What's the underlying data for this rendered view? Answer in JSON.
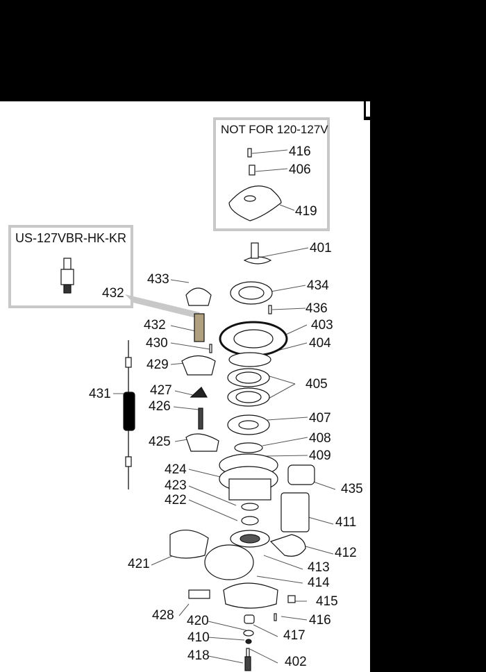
{
  "diagram": {
    "type": "exploded-parts-diagram",
    "insets": [
      {
        "id": "not-for-120-127v",
        "title": "NOT FOR 120-127V",
        "parts": [
          "416",
          "406",
          "419"
        ]
      },
      {
        "id": "us-127vbr-hk-kr",
        "title": "US-127VBR-HK-KR",
        "parts": [
          "432"
        ]
      }
    ],
    "labels": {
      "p416a": "416",
      "p406": "406",
      "p419": "419",
      "p432a": "432",
      "p401": "401",
      "p434": "434",
      "p436": "436",
      "p403": "403",
      "p404": "404",
      "p405": "405",
      "p407": "407",
      "p408": "408",
      "p409": "409",
      "p433": "433",
      "p432": "432",
      "p430": "430",
      "p429": "429",
      "p427": "427",
      "p426": "426",
      "p425": "425",
      "p431": "431",
      "p424": "424",
      "p423": "423",
      "p422": "422",
      "p435": "435",
      "p411": "411",
      "p412": "412",
      "p421": "421",
      "p413": "413",
      "p414": "414",
      "p415": "415",
      "p428": "428",
      "p416": "416",
      "p420": "420",
      "p417": "417",
      "p410": "410",
      "p418": "418",
      "p402": "402"
    }
  }
}
